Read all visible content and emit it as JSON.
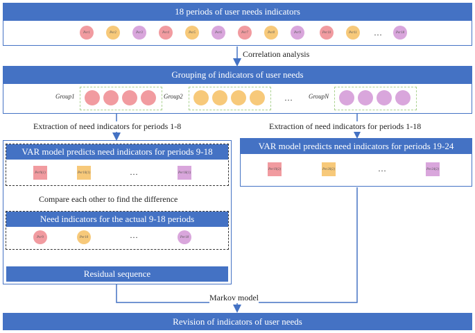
{
  "top": {
    "title": "18 periods of user needs indicators",
    "items": [
      {
        "label": "Per1",
        "color": "pink"
      },
      {
        "label": "Per2",
        "color": "orange"
      },
      {
        "label": "Per3",
        "color": "purple"
      },
      {
        "label": "Per4",
        "color": "pink"
      },
      {
        "label": "Per5",
        "color": "orange"
      },
      {
        "label": "Per6",
        "color": "purple"
      },
      {
        "label": "Per7",
        "color": "pink"
      },
      {
        "label": "Per8",
        "color": "orange"
      },
      {
        "label": "Per9",
        "color": "purple"
      },
      {
        "label": "Per10",
        "color": "pink"
      },
      {
        "label": "Per11",
        "color": "orange"
      },
      {
        "label": "Per18",
        "color": "purple"
      }
    ],
    "ellipsis": "…"
  },
  "correlation_label": "Correlation analysis",
  "grouping": {
    "title": "Grouping of indicators of user needs",
    "group1": "Group1",
    "group2": "Group2",
    "groupN": "GroupN",
    "ellipsis": "…"
  },
  "extraction_left": "Extraction of need indicators for periods 1-8",
  "extraction_right": "Extraction of need indicators for periods 1-18",
  "var_left": {
    "title": "VAR model predicts need indicators for periods 9-18",
    "items": [
      "Per9(1)",
      "Per10(1)",
      "Per18(1)"
    ],
    "ellipsis": "…"
  },
  "var_right": {
    "title": "VAR model predicts need indicators for periods 19-24",
    "items": [
      "Per19(2)",
      "Per20(2)",
      "Per24(2)"
    ],
    "ellipsis": "…"
  },
  "compare_label": "Compare each other to find the difference",
  "actual": {
    "title": "Need indicators for the actual 9-18 periods",
    "items": [
      "Per9",
      "Per10",
      "Per18"
    ],
    "ellipsis": "…"
  },
  "residual": "Residual sequence",
  "markov_label": "Markov model",
  "revision": "Revision of indicators of user needs",
  "colors": {
    "header": "#4472c4",
    "pink": "#f19ba0",
    "orange": "#f7c97a",
    "purple": "#d9a6dc",
    "group_border": "#a9d18e"
  }
}
